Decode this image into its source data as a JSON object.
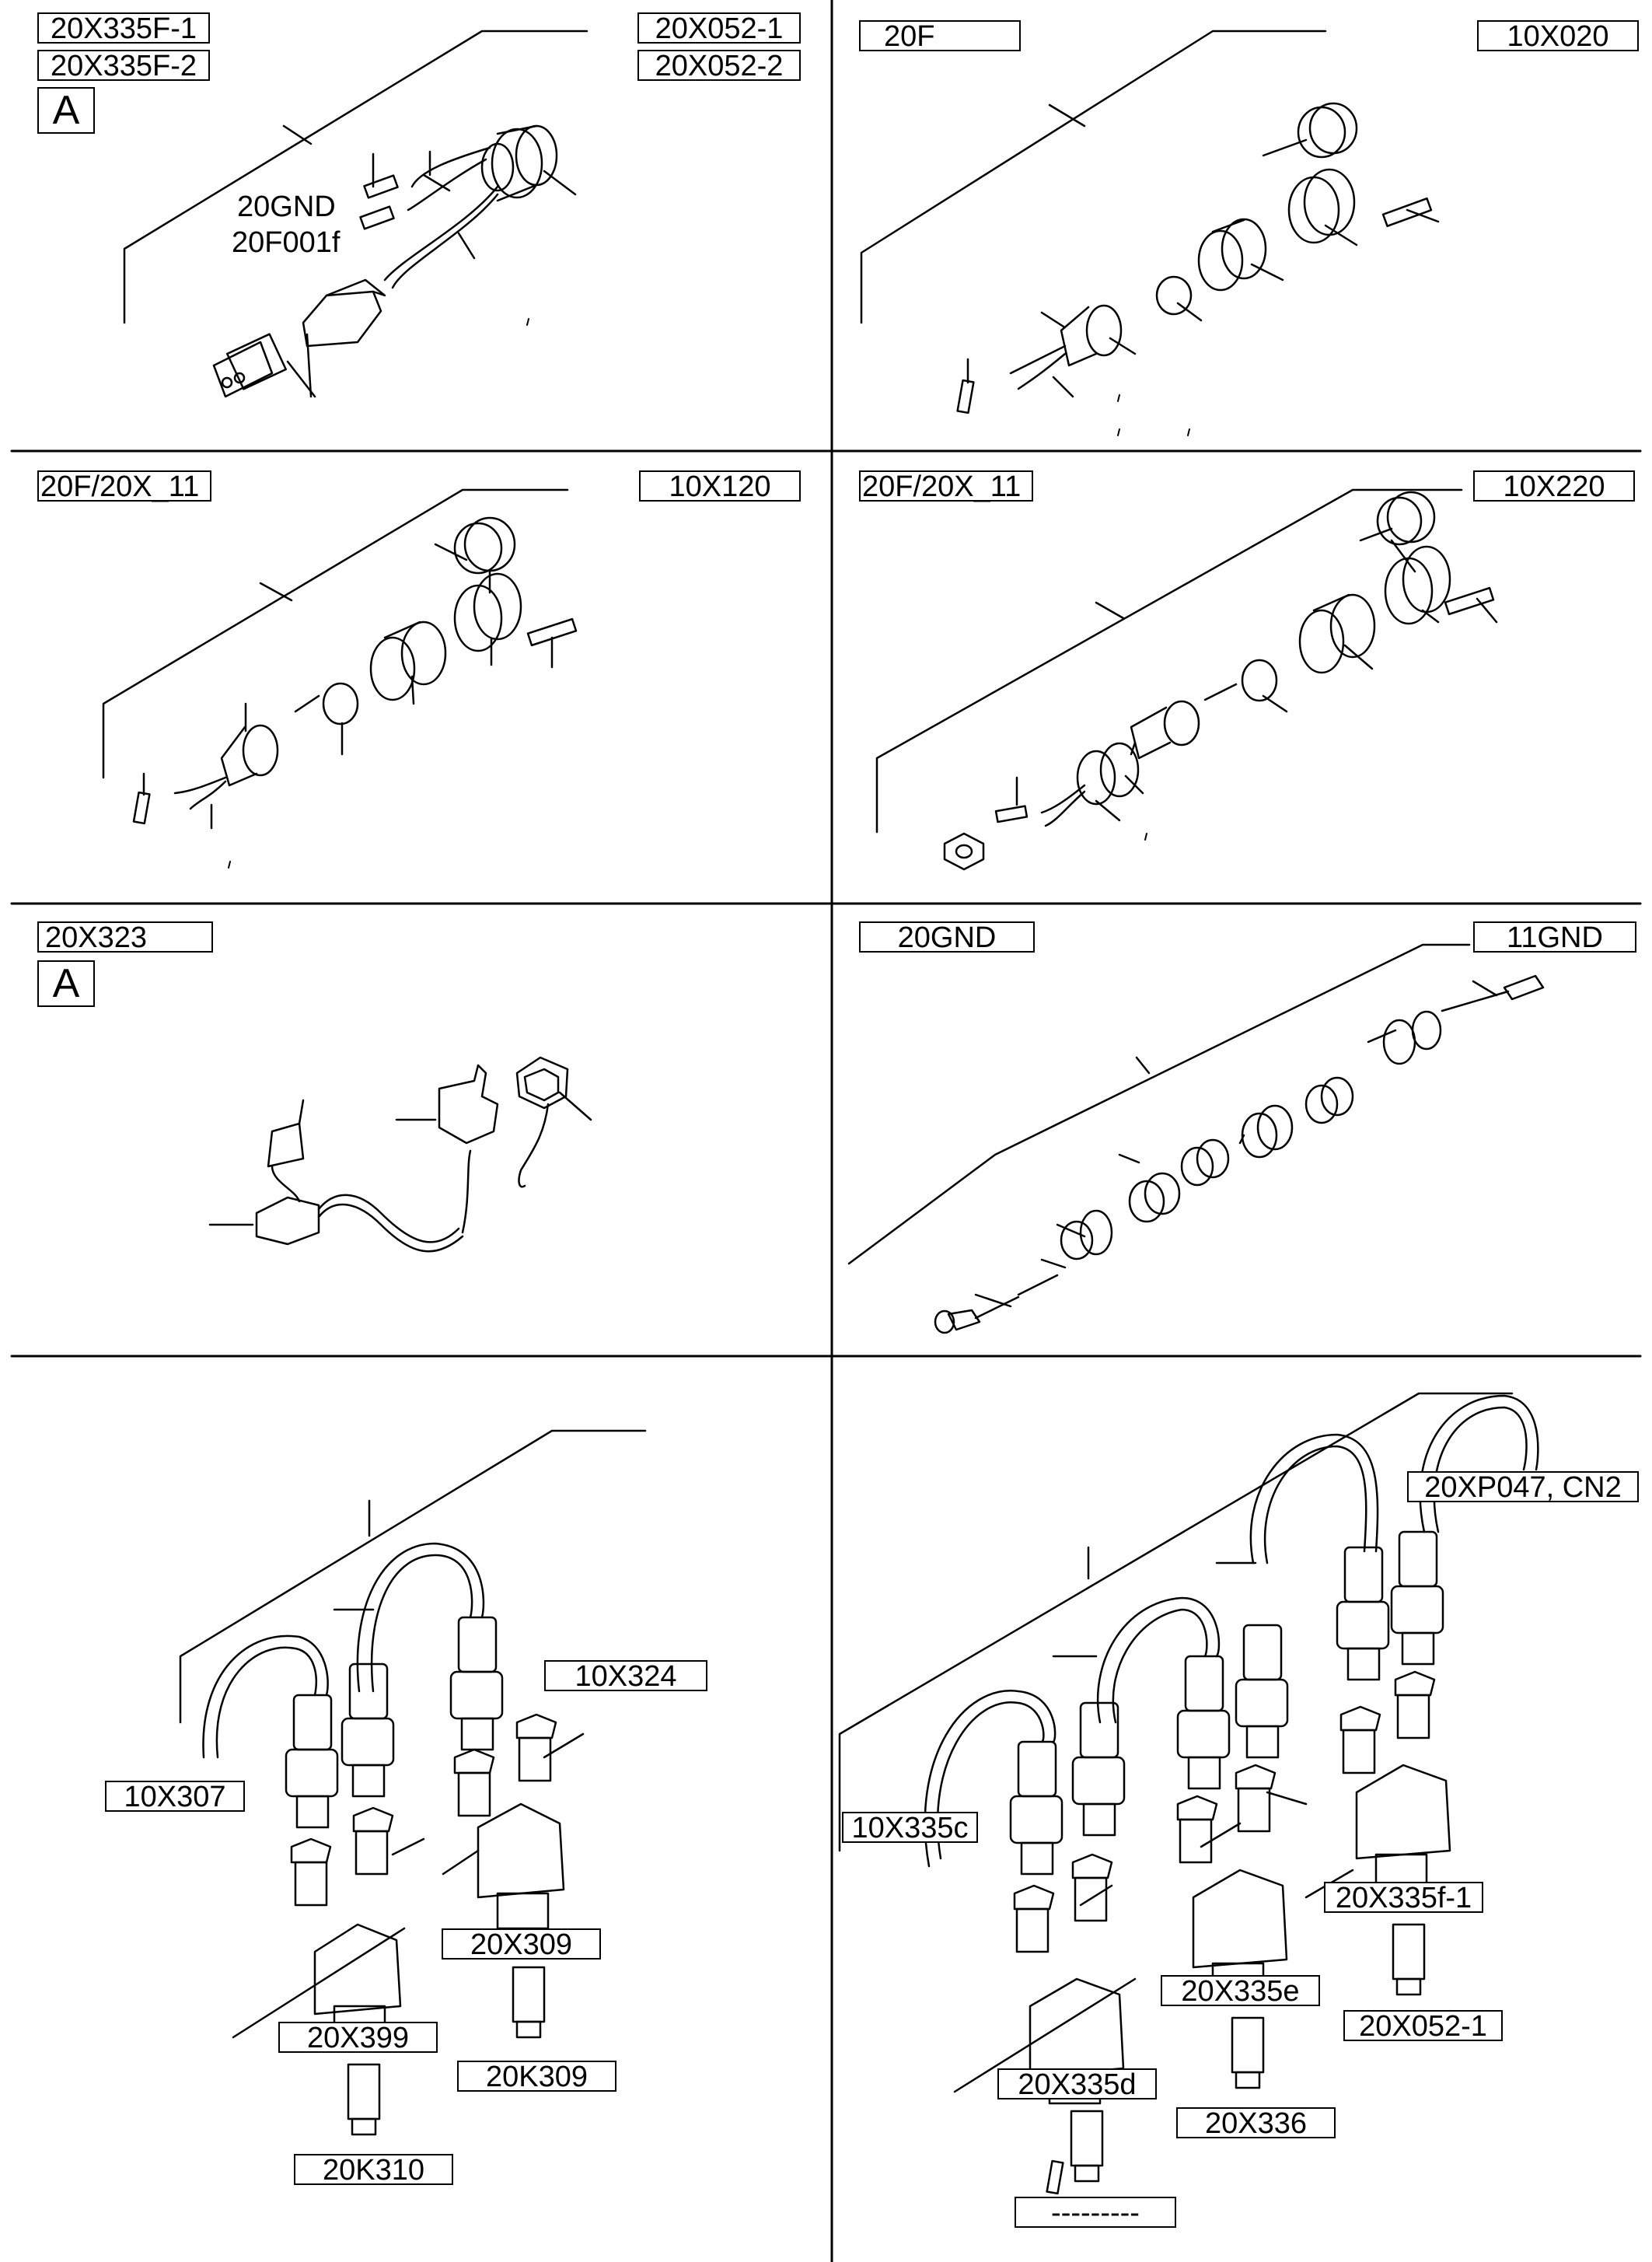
{
  "panels": {
    "p1": {
      "labels_left": [
        "20X335F-1",
        "20X335F-2"
      ],
      "labels_right": [
        "20X052-1",
        "20X052-2"
      ],
      "view": "A",
      "callouts": [
        "20GND",
        "20F001f"
      ]
    },
    "p2": {
      "label_left": "20F",
      "label_right": "10X020"
    },
    "p3": {
      "label_left": "20F/20X_11",
      "label_right": "10X120"
    },
    "p4": {
      "label_left": "20F/20X_11",
      "label_right": "10X220"
    },
    "p5": {
      "label_left": "20X323",
      "view": "A"
    },
    "p6": {
      "label_left": "20GND",
      "label_right": "11GND"
    },
    "p7": {
      "callouts": [
        "10X324",
        "10X307",
        "20X309",
        "20X399",
        "20K309",
        "20K310"
      ]
    },
    "p8": {
      "callouts": [
        "20XP047, CN2",
        "10X335c",
        "20X335f-1",
        "20X335e",
        "20X052-1",
        "20X335d",
        "20X336",
        "---------"
      ]
    }
  }
}
